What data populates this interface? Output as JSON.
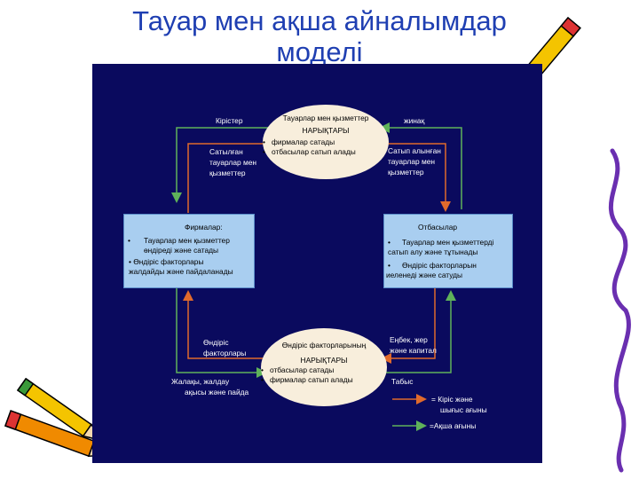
{
  "title": "Тауар мен ақша айналымдар моделі",
  "top_market": {
    "line1": "Тауарлар мен қызметтер",
    "line2": "НАРЫҚТАРЫ",
    "b1": "фирмалар сатады",
    "b2": "отбасылар сатып алады"
  },
  "bottom_market": {
    "line1": "Өндіріс факторларының",
    "line2": "НАРЫҚТАРЫ",
    "b1": "отбасылар сатады",
    "b2": "фирмалар сатып алады"
  },
  "firms": {
    "title": "Фирмалар:",
    "b1a": "Тауарлар мен қызметтер",
    "b1b": "өндіреді және сатады",
    "b2a": "• Өндіріс факторлары",
    "b2b": "жалдайды және  пайдаланады"
  },
  "households": {
    "title": "Отбасылар",
    "b1a": "Тауарлар мен қызметтерді",
    "b1b": "сатып алу және тұтынады",
    "b2a": "Өндіріс факторларын",
    "b2b": "иеленеді және сатуды"
  },
  "labels": {
    "kiris": "Кірістер",
    "zhinak": "жинақ",
    "satylgan1": "Сатылған",
    "satylgan2": "тауарлар мен",
    "satylgan3": "қызметтер",
    "satyp1": "Сатып алынған",
    "satyp2": "тауарлар мен",
    "satyp3": "қызметтер",
    "ondiris1": "Өндіріс",
    "ondiris2": "факторлары",
    "enbek1": "Еңбек, жер",
    "enbek2": "және капитал",
    "zhalaky1": "Жалақы, жалдау",
    "zhalaky2": "ақысы және пайда",
    "tabys": "Табыс"
  },
  "legend": {
    "orange_line1": "= Кіріс және",
    "orange_line2": "шығыс ағыны",
    "green": "=Ақша ағыны"
  },
  "colors": {
    "panel": "#0a0a5e",
    "box": "#a9cef0",
    "ellipse": "#f8eedc",
    "goods_flow": "#e06a2c",
    "money_flow": "#5fb25a",
    "title": "#1f3fb2"
  }
}
